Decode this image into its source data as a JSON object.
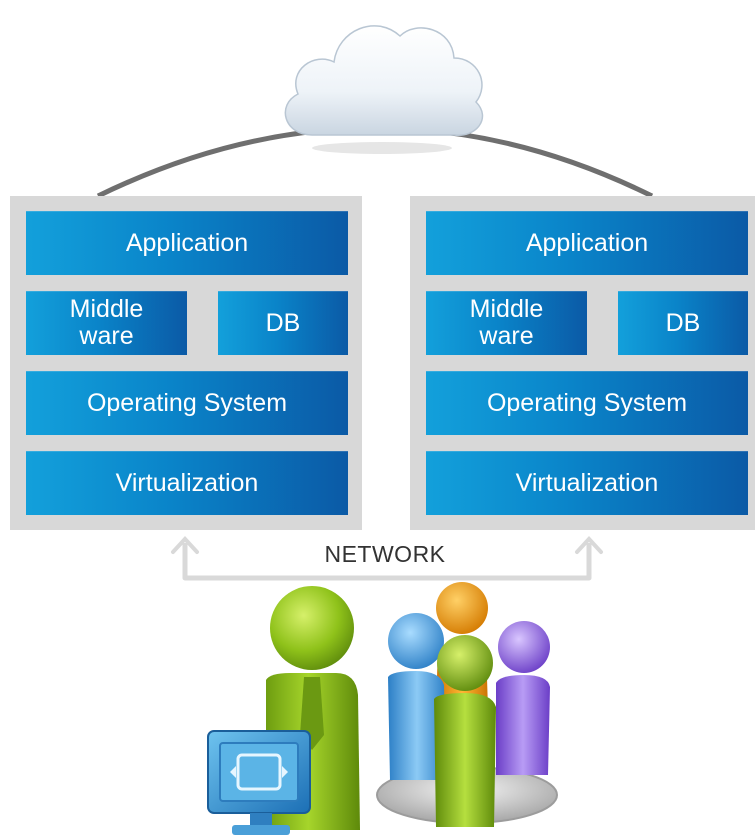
{
  "diagram": {
    "stacks": [
      {
        "application": "Application",
        "middleware": "Middle\nware",
        "db": "DB",
        "os": "Operating System",
        "virtualization": "Virtualization"
      },
      {
        "application": "Application",
        "middleware": "Middle\nware",
        "db": "DB",
        "os": "Operating System",
        "virtualization": "Virtualization"
      }
    ],
    "network_label": "NETWORK"
  },
  "colors": {
    "block_start": "#13a0db",
    "block_end": "#0b5aa6",
    "stack_bg": "#d8d8d8",
    "arc": "#6f6f6f",
    "network_arrow": "#d9d9d9"
  },
  "icons": [
    "cloud-icon",
    "user-with-monitor-icon",
    "user-group-icon"
  ]
}
